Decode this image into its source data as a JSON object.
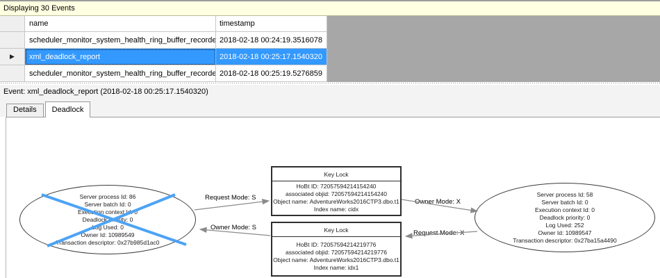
{
  "info_bar": {
    "text": "Displaying 30 Events"
  },
  "grid": {
    "columns": {
      "name": "name",
      "timestamp": "timestamp"
    },
    "current_row_icon": "▶",
    "rows": [
      {
        "name": "scheduler_monitor_system_health_ring_buffer_recorded",
        "timestamp": "2018-02-18 00:24:19.3516078",
        "selected": false
      },
      {
        "name": "xml_deadlock_report",
        "timestamp": "2018-02-18 00:25:17.1540320",
        "selected": true
      },
      {
        "name": "scheduler_monitor_system_health_ring_buffer_recorded",
        "timestamp": "2018-02-18 00:25:19.5276859",
        "selected": false
      }
    ]
  },
  "event_bar": {
    "text": "Event: xml_deadlock_report (2018-02-18 00:25:17.1540320)"
  },
  "tabs": [
    {
      "label": "Details",
      "active": false
    },
    {
      "label": "Deadlock",
      "active": true
    }
  ],
  "deadlock_graph": {
    "colors": {
      "victim_cross": "#4da3f5",
      "edge": "#8a8a8a",
      "selection": "#3399FF"
    },
    "processes": [
      {
        "victim": true,
        "lines": [
          "Server process Id: 86",
          "Server batch Id: 0",
          "Execution context Id: 0",
          "Deadlock priority: 0",
          "Log Used: 0",
          "Owner Id: 10989549",
          "Transaction descriptor: 0x27b985d1ac0"
        ]
      },
      {
        "victim": false,
        "lines": [
          "Server process Id: 58",
          "Server batch Id: 0",
          "Execution context Id: 0",
          "Deadlock priority: 0",
          "Log Used: 252",
          "Owner Id: 10989547",
          "Transaction descriptor: 0x27ba15a4490"
        ]
      }
    ],
    "resources": [
      {
        "title": "Key Lock",
        "lines": [
          "HoBt ID: 72057594214154240",
          "associated objid: 72057594214154240",
          "Object name: AdventureWorks2016CTP3.dbo.t1",
          "Index name: cidx"
        ]
      },
      {
        "title": "Key Lock",
        "lines": [
          "HoBt ID: 72057594214219776",
          "associated objid: 72057594214219776",
          "Object name: AdventureWorks2016CTP3.dbo.t1",
          "Index name: idx1"
        ]
      }
    ],
    "edges": [
      {
        "label": "Request Mode: S"
      },
      {
        "label": "Owner Mode: S"
      },
      {
        "label": "Owner Mode: X"
      },
      {
        "label": "Request Mode: X"
      }
    ]
  }
}
